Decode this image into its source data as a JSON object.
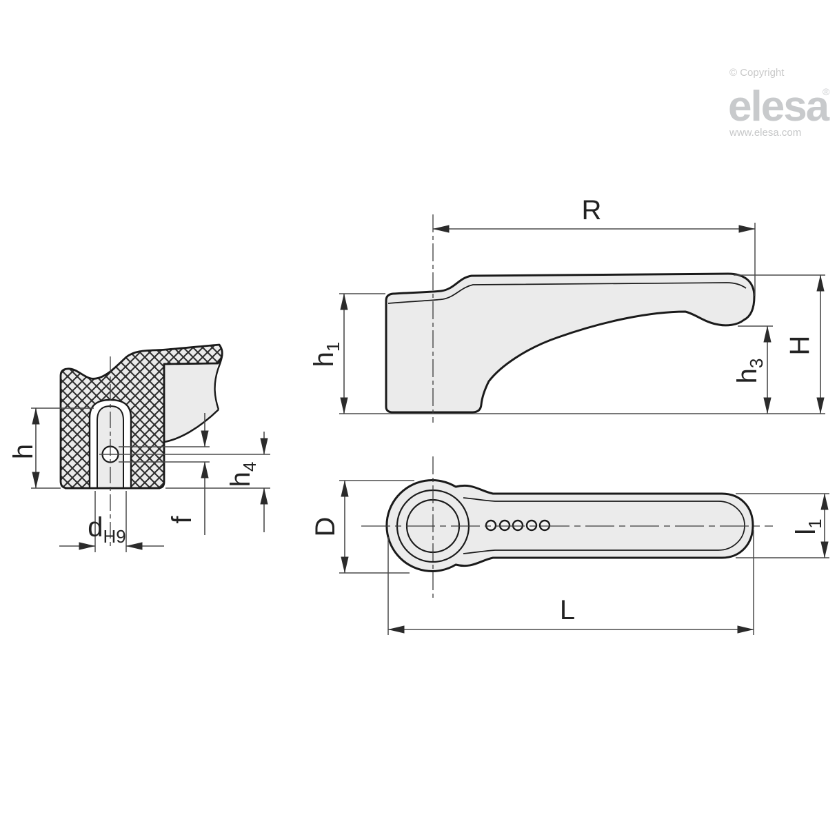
{
  "branding": {
    "copyright": "© Copyright",
    "logo_text": "elesa",
    "registered_mark": "®",
    "website": "www.elesa.com"
  },
  "drawing": {
    "type": "technical-dimension-drawing",
    "part": "adjustable clamping lever",
    "views": {
      "section_view": "hub cross-section with knurled body, blind bore and set-screw hole",
      "side_view": "lever side elevation",
      "top_view": "lever plan view with hub circle and five grip dots"
    }
  },
  "dimension_labels": {
    "R": {
      "main": "R",
      "sub": ""
    },
    "h1": {
      "main": "h",
      "sub": "1"
    },
    "H": {
      "main": "H",
      "sub": ""
    },
    "h3": {
      "main": "h",
      "sub": "3"
    },
    "h": {
      "main": "h",
      "sub": ""
    },
    "f": {
      "main": "f",
      "sub": ""
    },
    "h4": {
      "main": "h",
      "sub": "4"
    },
    "dH9": {
      "main": "d",
      "sub": "H9"
    },
    "D": {
      "main": "D",
      "sub": ""
    },
    "l1": {
      "main": "l",
      "sub": "1"
    },
    "L": {
      "main": "L",
      "sub": ""
    }
  },
  "colors": {
    "background": "#ffffff",
    "outline": "#1a1a1a",
    "dimension_lines": "#4a4a4a",
    "body_fill": "#ebebeb",
    "hatch_lines": "#2e2e2e",
    "logo_gray": "#c8cacc"
  }
}
